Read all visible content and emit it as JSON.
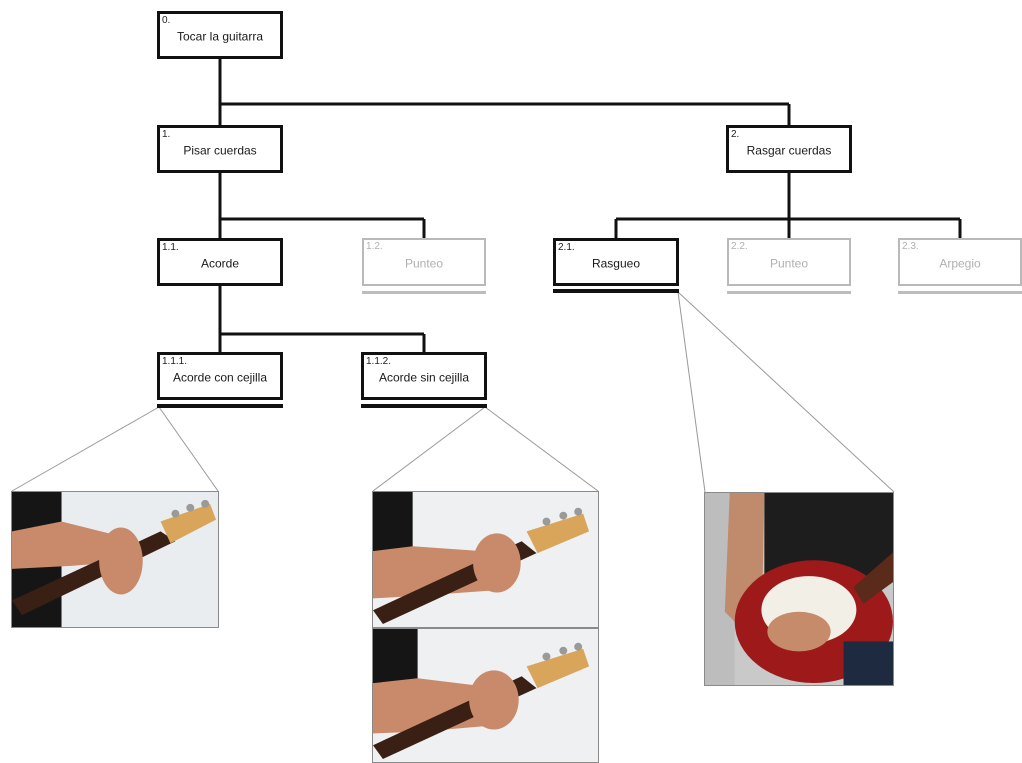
{
  "colors": {
    "line": "#111111",
    "muted": "#b9b9b9",
    "callout": "#999999"
  },
  "nodes": {
    "root": {
      "num": "0.",
      "label": "Tocar la guitarra"
    },
    "n1": {
      "num": "1.",
      "label": "Pisar cuerdas"
    },
    "n2": {
      "num": "2.",
      "label": "Rasgar cuerdas"
    },
    "n1_1": {
      "num": "1.1.",
      "label": "Acorde"
    },
    "n1_2": {
      "num": "1.2.",
      "label": "Punteo"
    },
    "n2_1": {
      "num": "2.1.",
      "label": "Rasgueo"
    },
    "n2_2": {
      "num": "2.2.",
      "label": "Punteo"
    },
    "n2_3": {
      "num": "2.3.",
      "label": "Arpegio"
    },
    "n1_1_1": {
      "num": "1.1.1.",
      "label": "Acorde con cejilla"
    },
    "n1_1_2": {
      "num": "1.1.2.",
      "label": "Acorde sin cejilla"
    }
  },
  "photos": [
    {
      "id": "photo-barre-chord",
      "icon": "guitar-fretting-hand-photo"
    },
    {
      "id": "photo-open-chord-1",
      "icon": "guitar-fretting-hand-photo"
    },
    {
      "id": "photo-open-chord-2",
      "icon": "guitar-fretting-hand-photo"
    },
    {
      "id": "photo-strumming",
      "icon": "red-guitar-strumming-photo"
    }
  ]
}
